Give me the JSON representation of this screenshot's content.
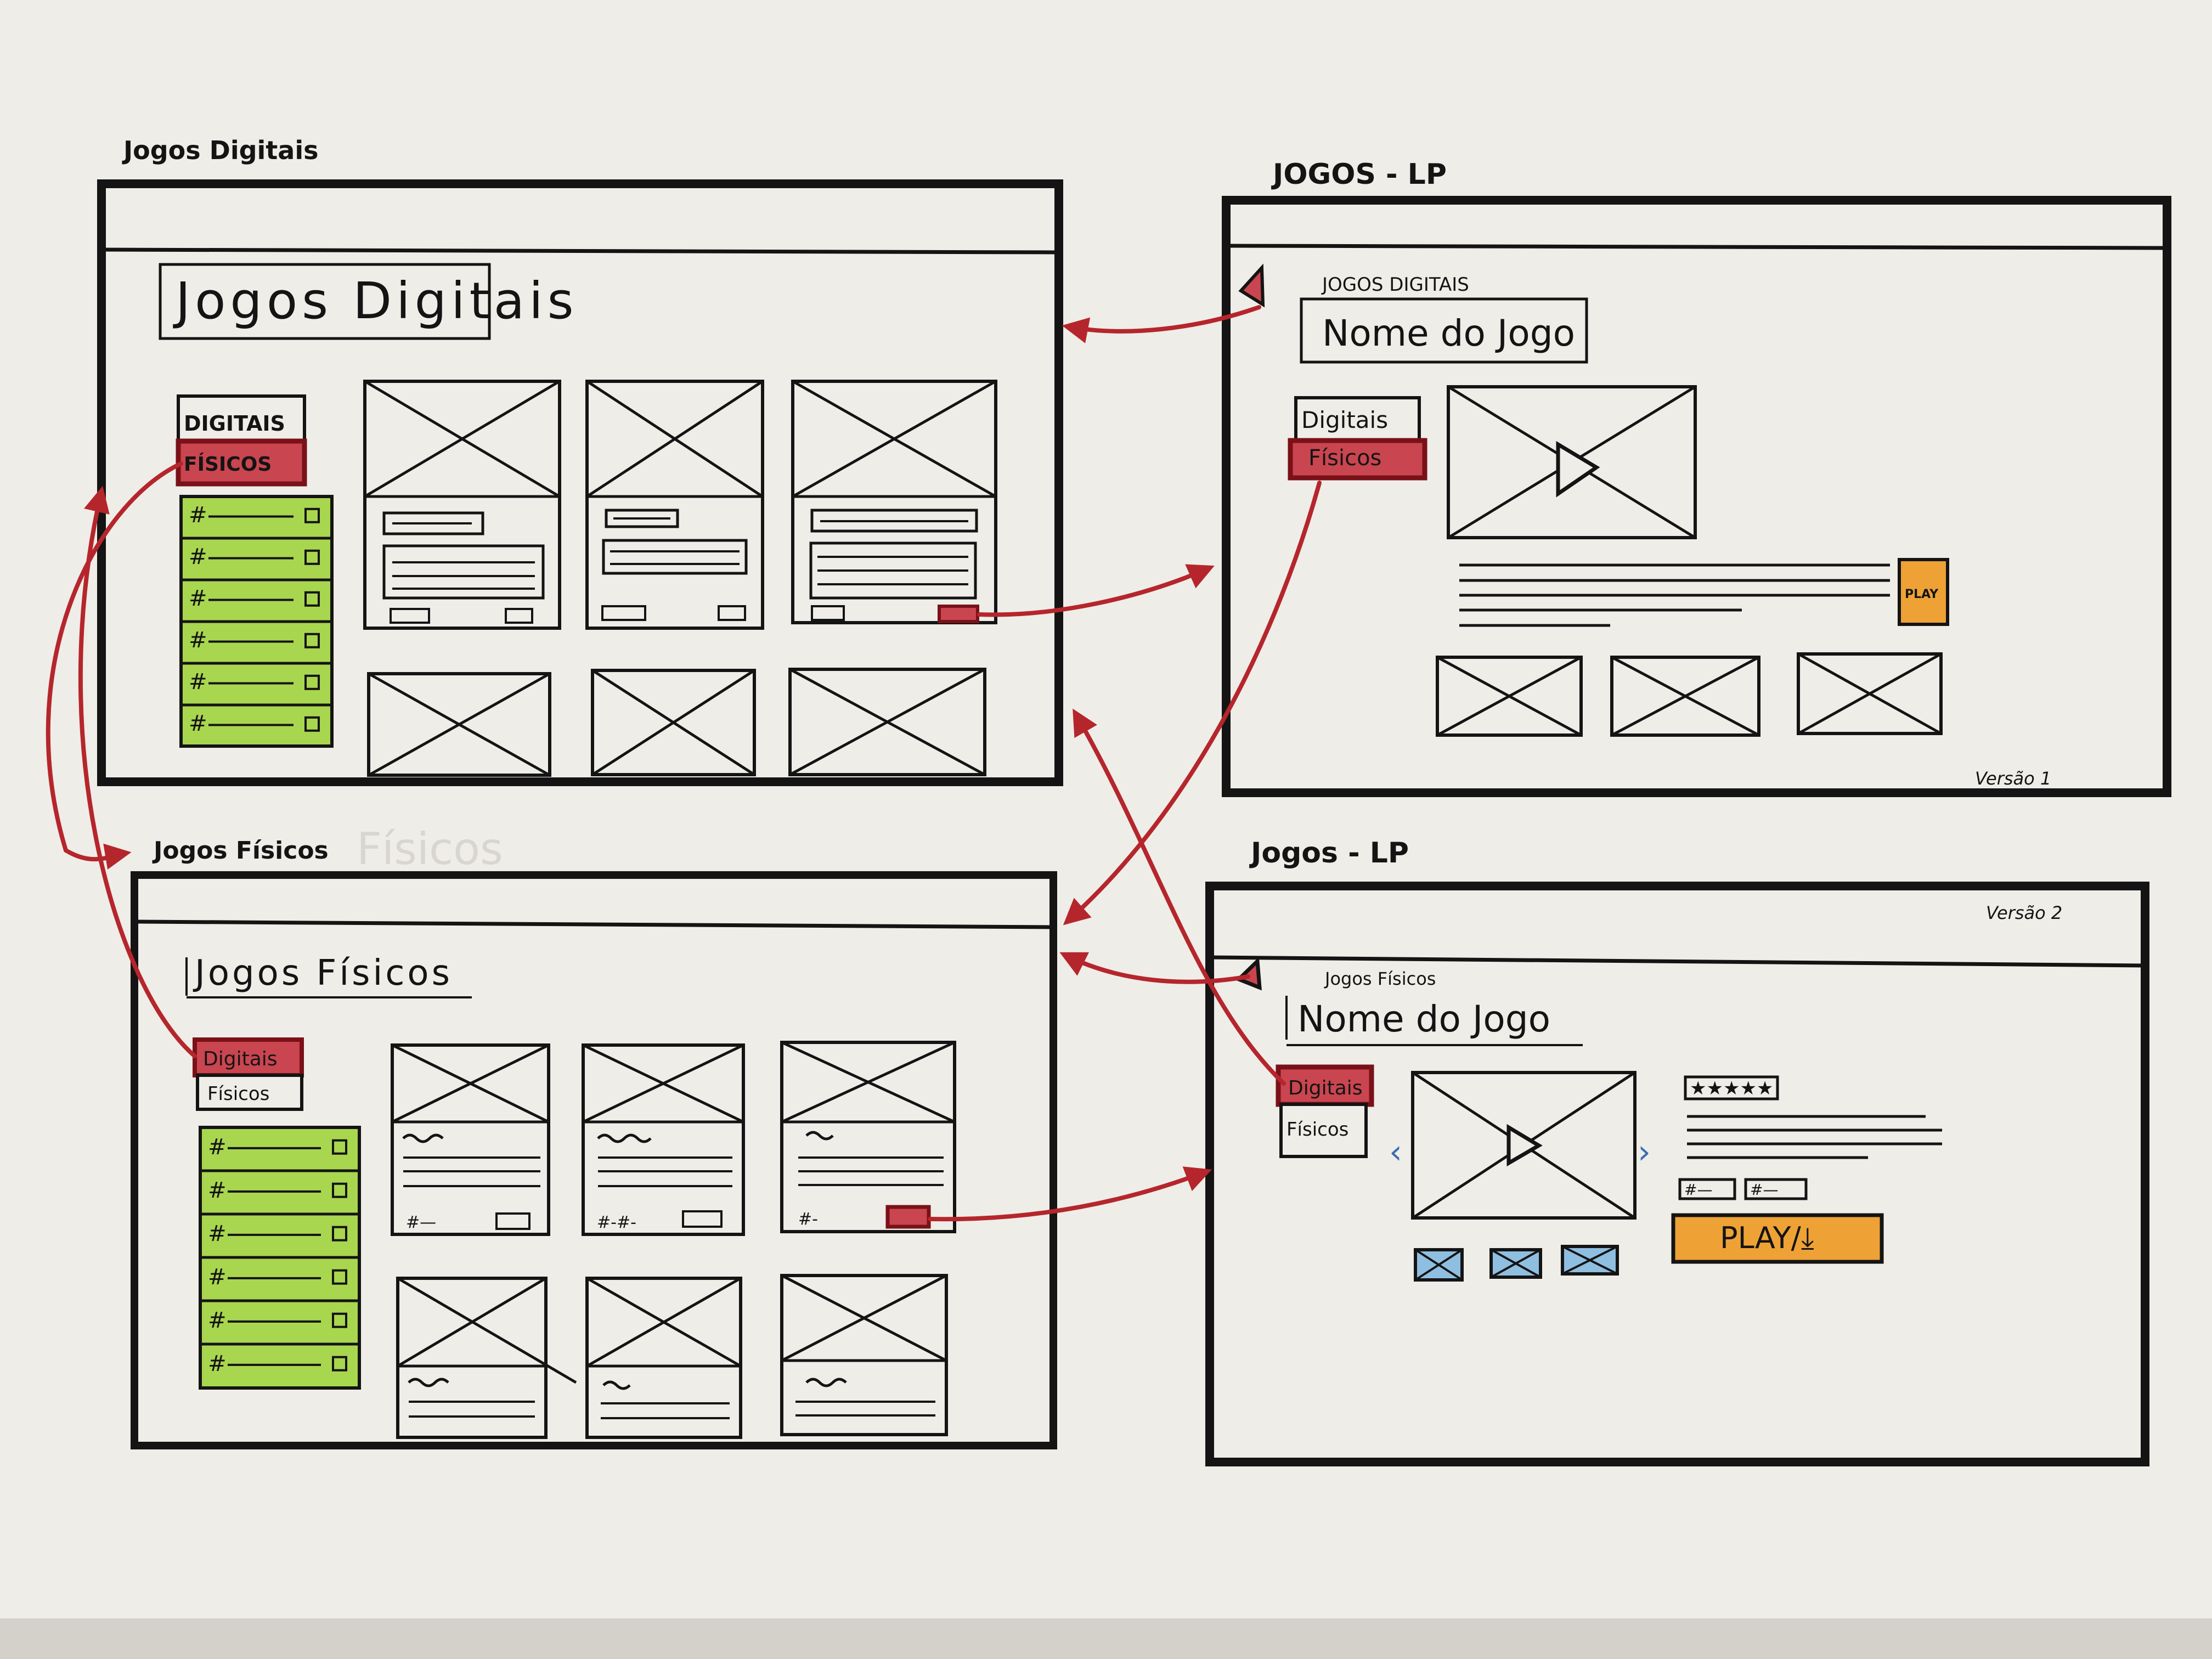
{
  "colors": {
    "paper": "#efede8",
    "ink": "#141414",
    "red_arrow": "#b5262c",
    "red_fill": "#c9454f",
    "green_fill": "#a8d64f",
    "orange_fill": "#eea236",
    "blue_fill": "#8fbfe0"
  },
  "frames": {
    "digitais": {
      "caption": "Jogos Digitais",
      "page_title": "Jogos Digitais",
      "tabs": [
        "DIGITAIS",
        "FÍSICOS"
      ],
      "list_mark": "#"
    },
    "fisicos": {
      "caption": "Jogos Físicos",
      "caption_ghost": "Físicos",
      "page_title": "Jogos Físicos",
      "tabs": [
        "Digitais",
        "Físicos"
      ],
      "list_mark": "#",
      "card_meta": [
        "#—",
        "#-#-",
        "#-"
      ]
    },
    "lp1": {
      "caption": "JOGOS - LP",
      "breadcrumb": "JOGOS DIGITAIS",
      "game_title": "Nome do Jogo",
      "tabs": [
        "Digitais",
        "Físicos"
      ],
      "play_label": "PLAY",
      "version": "Versão 1"
    },
    "lp2": {
      "caption": "Jogos - LP",
      "breadcrumb": "Jogos Físicos",
      "game_title": "Nome do Jogo",
      "tabs": [
        "Digitais",
        "Físicos"
      ],
      "play_label": "PLAY/⤓",
      "version": "Versão 2",
      "meta": [
        "#—",
        "#—"
      ]
    }
  }
}
